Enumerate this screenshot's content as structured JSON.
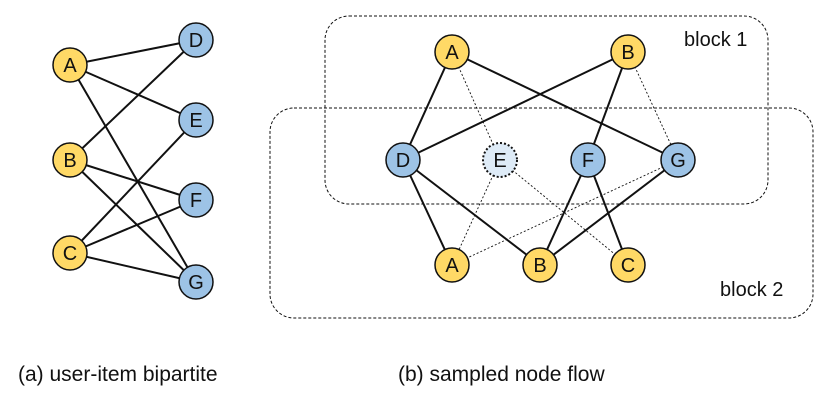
{
  "colors": {
    "user_fill": "#FFD966",
    "item_fill": "#9DC3E6",
    "sampled_out_fill": "#DEEBF7",
    "stroke": "#111111"
  },
  "left_graph": {
    "user_nodes": [
      "A",
      "B",
      "C"
    ],
    "item_nodes": [
      "D",
      "E",
      "F",
      "G"
    ],
    "edges": [
      [
        "A",
        "D"
      ],
      [
        "A",
        "E"
      ],
      [
        "A",
        "G"
      ],
      [
        "B",
        "D"
      ],
      [
        "B",
        "F"
      ],
      [
        "B",
        "G"
      ],
      [
        "C",
        "E"
      ],
      [
        "C",
        "F"
      ],
      [
        "C",
        "G"
      ]
    ]
  },
  "right_graph": {
    "block1_label": "block 1",
    "block2_label": "block 2",
    "top_nodes": [
      "A",
      "B"
    ],
    "middle_nodes": [
      "D",
      "E",
      "F",
      "G"
    ],
    "bottom_nodes": [
      "A",
      "B",
      "C"
    ],
    "sampled_out_node": "E",
    "solid_edges_top": [
      [
        "A",
        "D"
      ],
      [
        "A",
        "G"
      ],
      [
        "B",
        "D"
      ],
      [
        "B",
        "F"
      ]
    ],
    "dotted_edges_top": [
      [
        "A",
        "E"
      ],
      [
        "B",
        "G"
      ]
    ],
    "solid_edges_bottom": [
      [
        "D",
        "A"
      ],
      [
        "D",
        "B"
      ],
      [
        "F",
        "B"
      ],
      [
        "F",
        "C"
      ],
      [
        "G",
        "B"
      ]
    ],
    "dotted_edges_bottom": [
      [
        "E",
        "A"
      ],
      [
        "E",
        "C"
      ],
      [
        "G",
        "A"
      ]
    ]
  },
  "captions": {
    "left": "(a) user-item bipartite",
    "right": "(b) sampled node flow"
  }
}
